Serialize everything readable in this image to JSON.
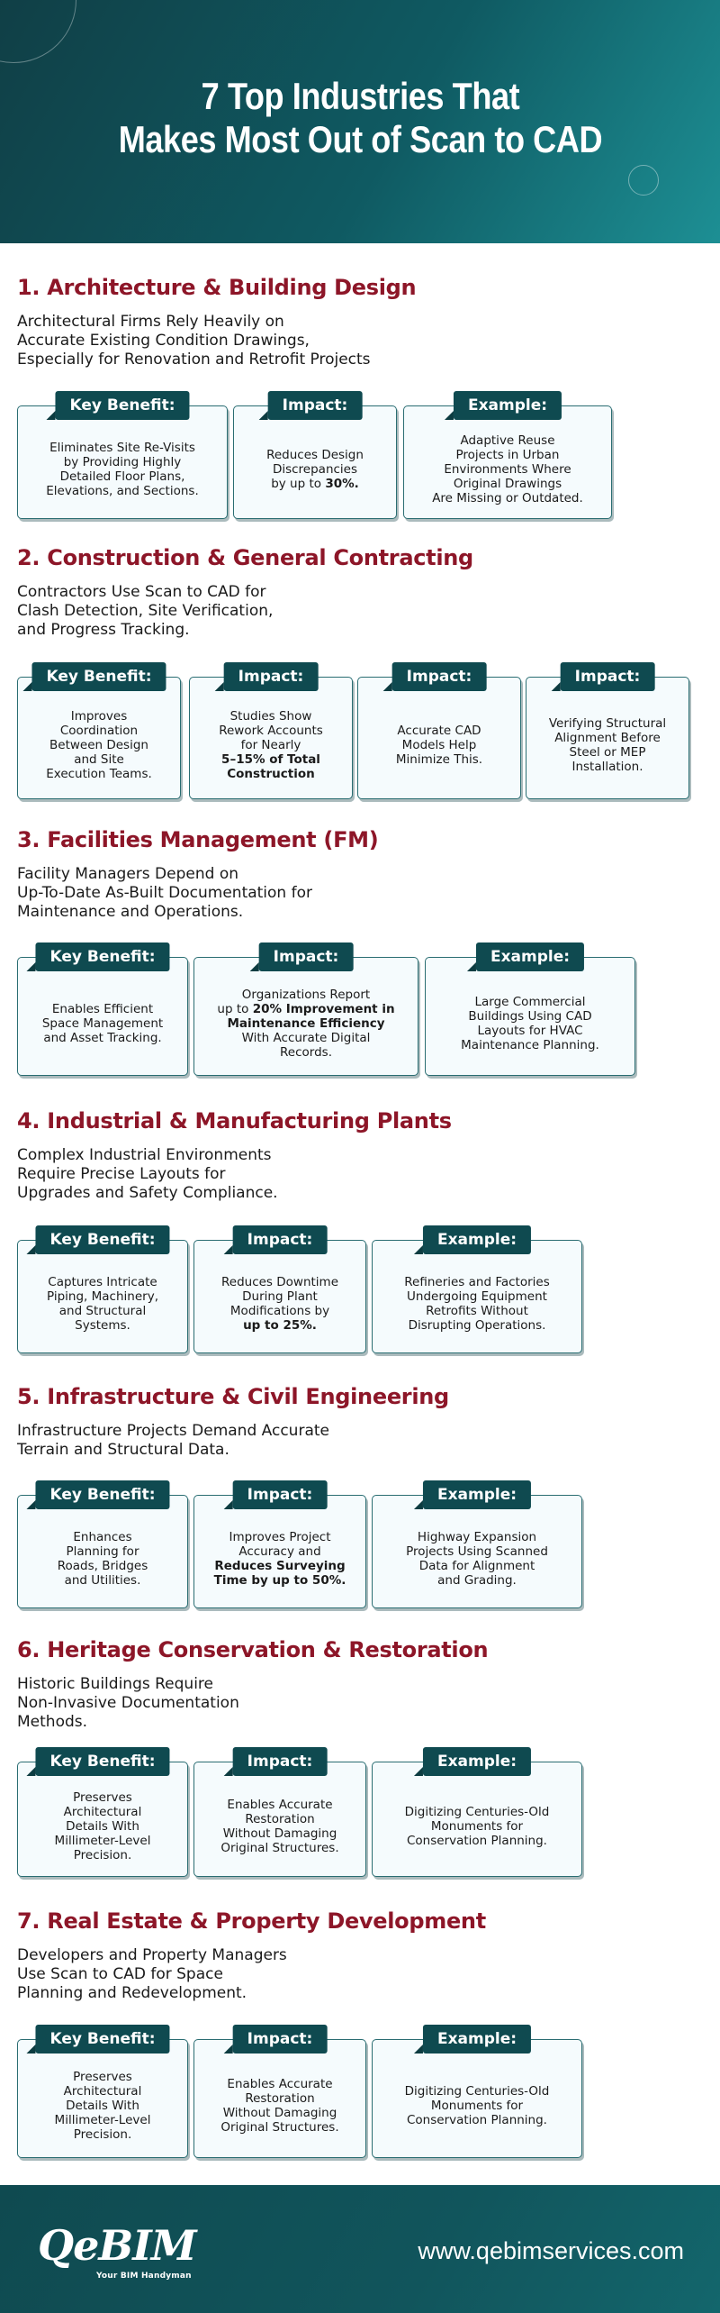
{
  "header": {
    "title_line1": "7 Top Industries That",
    "title_line2": "Makes Most Out of Scan to CAD"
  },
  "sections": [
    {
      "title": "1. Architecture & Building Design",
      "desc": [
        "Architectural Firms Rely Heavily on",
        "Accurate Existing Condition Drawings,",
        "Especially for Renovation and Retrofit Projects"
      ],
      "cards": [
        {
          "label": "Key Benefit:",
          "text": [
            "Eliminates Site Re-Visits",
            "by Providing Highly",
            "Detailed Floor Plans,",
            "Elevations, and Sections."
          ]
        },
        {
          "label": "Impact:",
          "text": [
            "Reduces Design",
            "Discrepancies",
            "by up to "
          ],
          "bold": "30%."
        },
        {
          "label": "Example:",
          "text": [
            "Adaptive Reuse",
            "Projects in Urban",
            "Environments Where",
            "Original Drawings",
            "Are Missing or Outdated."
          ]
        }
      ]
    },
    {
      "title": "2. Construction & General Contracting",
      "desc": [
        "Contractors Use Scan to CAD for",
        "Clash Detection, Site Verification,",
        "and Progress Tracking."
      ],
      "cards": [
        {
          "label": "Key Benefit:",
          "text": [
            "Improves",
            "Coordination",
            "Between Design",
            "and Site",
            "Execution Teams."
          ]
        },
        {
          "label": "Impact:",
          "text": [
            "Studies Show",
            "Rework Accounts",
            "for Nearly"
          ],
          "bold_lines": [
            "5–15% of Total",
            "Construction"
          ]
        },
        {
          "label": "Impact:",
          "text": [
            "Accurate CAD",
            "Models Help",
            "Minimize This."
          ]
        },
        {
          "label": "Impact:",
          "text": [
            "Verifying Structural",
            "Alignment Before",
            "Steel or MEP",
            "Installation."
          ]
        }
      ]
    },
    {
      "title": "3. Facilities Management (FM)",
      "desc": [
        "Facility Managers Depend on",
        "Up-To-Date As-Built Documentation for",
        "Maintenance and Operations."
      ],
      "cards": [
        {
          "label": "Key Benefit:",
          "text": [
            "Enables Efficient",
            "Space Management",
            "and Asset Tracking."
          ]
        },
        {
          "label": "Impact:",
          "text": [
            "Organizations Report"
          ],
          "mixed": [
            "up to ",
            "20% Improvement in"
          ],
          "bold_lines": [
            "Maintenance Efficiency"
          ],
          "after": [
            "With Accurate Digital",
            "Records."
          ]
        },
        {
          "label": "Example:",
          "text": [
            "Large Commercial",
            "Buildings Using CAD",
            "Layouts for HVAC",
            "Maintenance Planning."
          ]
        }
      ]
    },
    {
      "title": "4. Industrial & Manufacturing Plants",
      "desc": [
        "Complex Industrial Environments",
        "Require Precise Layouts for",
        "Upgrades and Safety Compliance."
      ],
      "cards": [
        {
          "label": "Key Benefit:",
          "text": [
            "Captures Intricate",
            "Piping, Machinery,",
            "and Structural",
            "Systems."
          ]
        },
        {
          "label": "Impact:",
          "text": [
            "Reduces Downtime",
            "During Plant",
            "Modifications by"
          ],
          "bold_lines": [
            "up to 25%."
          ]
        },
        {
          "label": "Example:",
          "text": [
            "Refineries and Factories",
            "Undergoing Equipment",
            "Retrofits Without",
            "Disrupting Operations."
          ]
        }
      ]
    },
    {
      "title": "5. Infrastructure & Civil Engineering",
      "desc": [
        "Infrastructure Projects Demand Accurate",
        "Terrain and Structural Data."
      ],
      "cards": [
        {
          "label": "Key Benefit:",
          "text": [
            "Enhances",
            "Planning for",
            "Roads, Bridges",
            "and Utilities."
          ]
        },
        {
          "label": "Impact:",
          "text": [
            "Improves Project",
            "Accuracy and"
          ],
          "bold_lines": [
            "Reduces Surveying",
            "Time by up to 50%."
          ]
        },
        {
          "label": "Example:",
          "text": [
            "Highway Expansion",
            "Projects Using Scanned",
            "Data for Alignment",
            "and Grading."
          ]
        }
      ]
    },
    {
      "title": "6. Heritage Conservation & Restoration",
      "desc": [
        "Historic Buildings Require",
        "Non-Invasive Documentation",
        "Methods."
      ],
      "cards": [
        {
          "label": "Key Benefit:",
          "text": [
            "Preserves",
            "Architectural",
            "Details With",
            "Millimeter-Level",
            "Precision."
          ]
        },
        {
          "label": "Impact:",
          "text": [
            "Enables Accurate",
            "Restoration",
            "Without Damaging",
            "Original Structures."
          ]
        },
        {
          "label": "Example:",
          "text": [
            "Digitizing Centuries-Old",
            "Monuments for",
            "Conservation Planning."
          ]
        }
      ]
    },
    {
      "title": "7. Real Estate & Property Development",
      "desc": [
        "Developers and Property Managers",
        "Use Scan to CAD for Space",
        "Planning and Redevelopment."
      ],
      "cards": [
        {
          "label": "Key Benefit:",
          "text": [
            "Preserves",
            "Architectural",
            "Details With",
            "Millimeter-Level",
            "Precision."
          ]
        },
        {
          "label": "Impact:",
          "text": [
            "Enables Accurate",
            "Restoration",
            "Without Damaging",
            "Original Structures."
          ]
        },
        {
          "label": "Example:",
          "text": [
            "Digitizing Centuries-Old",
            "Monuments for",
            "Conservation Planning."
          ]
        }
      ]
    }
  ],
  "footer": {
    "logo_text": "QeBIM",
    "logo_tagline": "Your BIM Handyman",
    "website": "www.qebimservices.com"
  },
  "colors": {
    "header_bg": "#0f4a50",
    "section_title": "#8d1628",
    "tag_bg": "#0f4a50",
    "card_border": "#2a6d72"
  }
}
